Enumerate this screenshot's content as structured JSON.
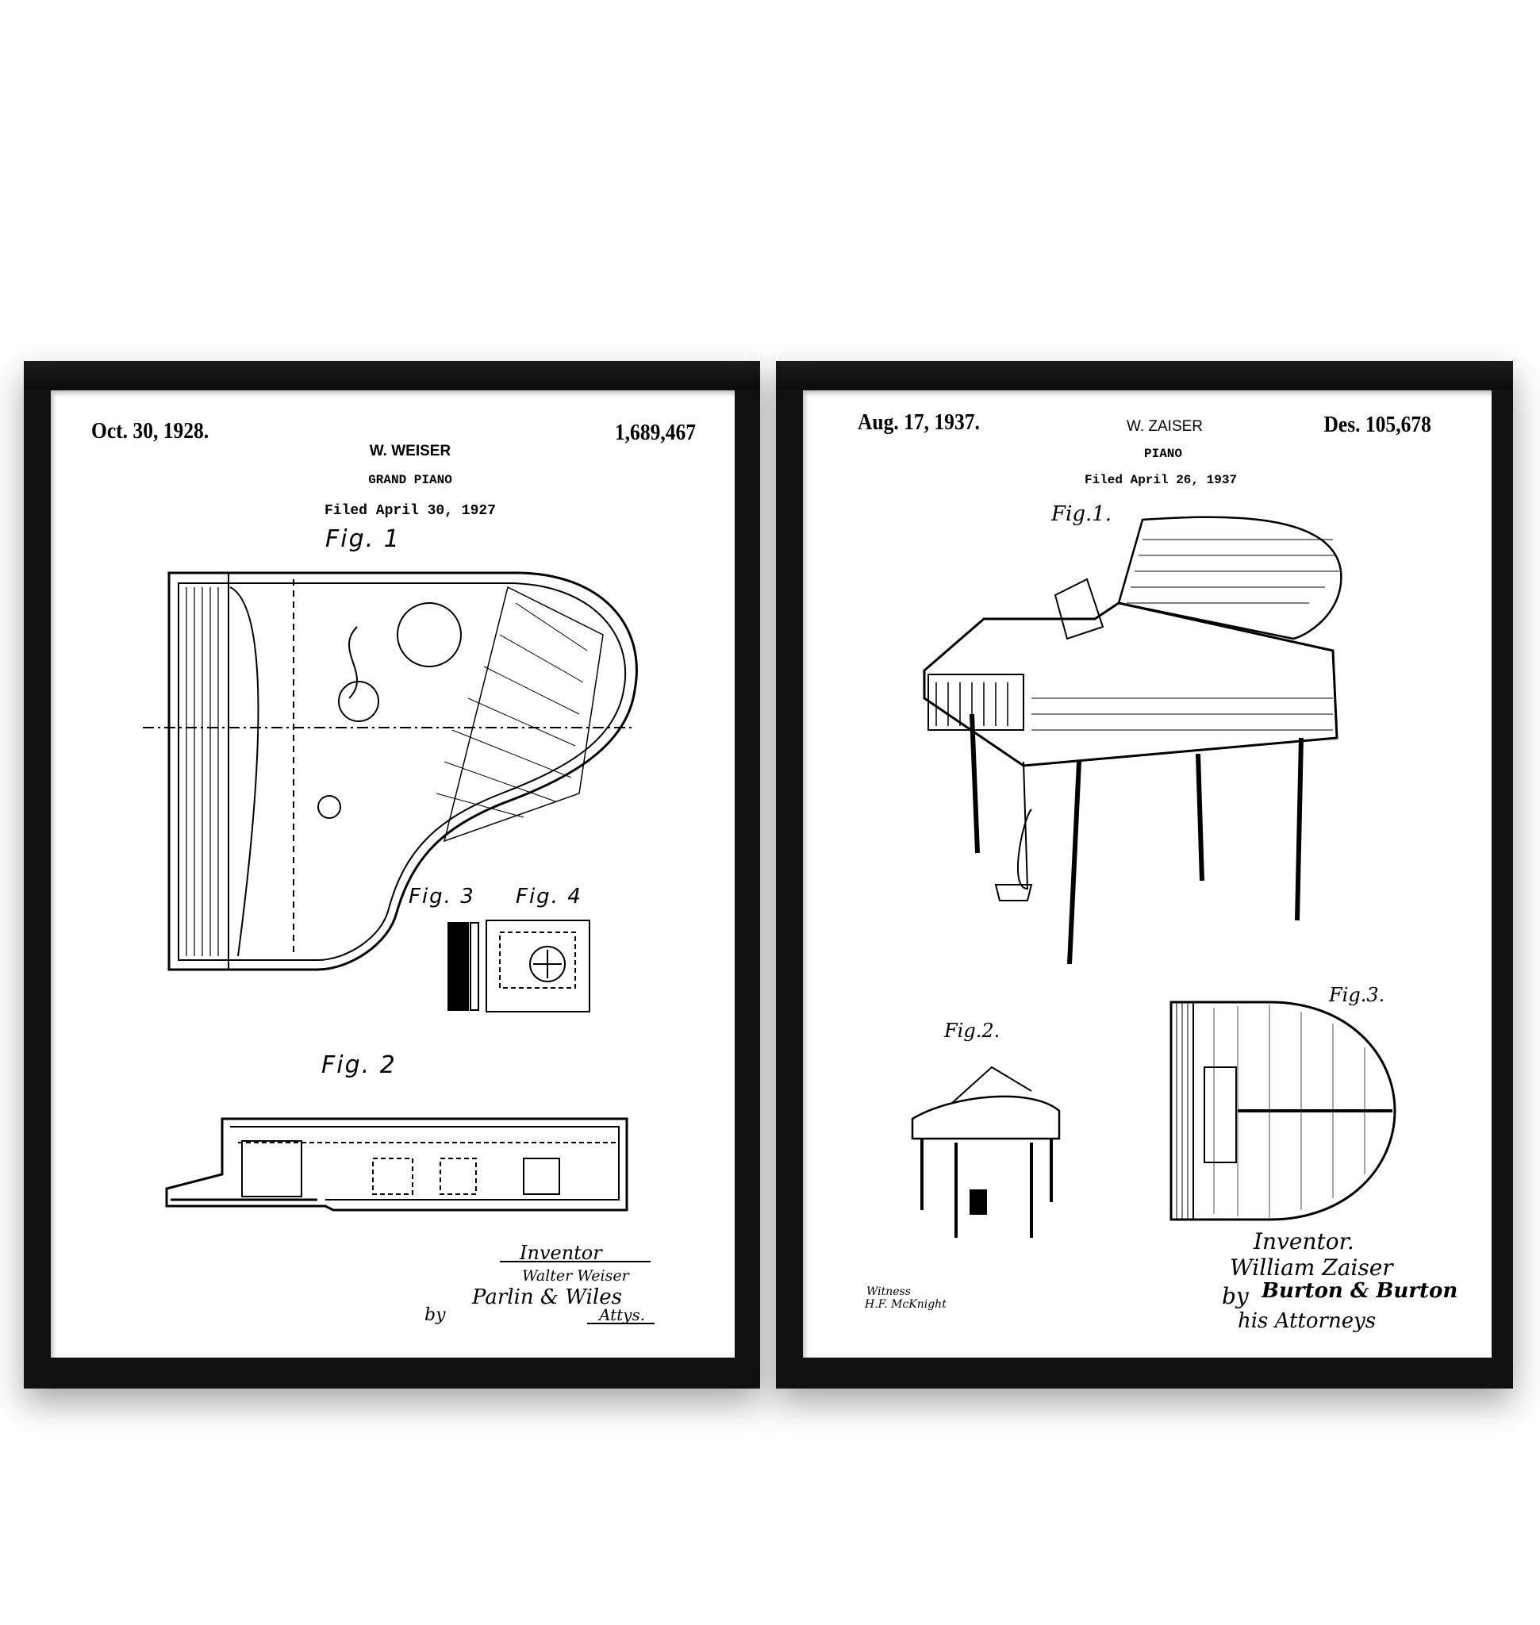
{
  "posters": [
    {
      "date": "Oct. 30, 1928.",
      "patent_number": "1,689,467",
      "inventor_name": "W. WEISER",
      "title": "GRAND PIANO",
      "filed": "Filed April 30, 1927",
      "figures": [
        "Fig. 1",
        "Fig. 2",
        "Fig. 3",
        "Fig. 4"
      ],
      "inventor_label": "Inventor",
      "inventor_signature": "Walter Weiser",
      "by_label": "by",
      "attorney_signature": "Parlin & Wiles",
      "attorney_label": "Attys."
    },
    {
      "date": "Aug. 17, 1937.",
      "patent_number": "Des. 105,678",
      "inventor_name": "W. ZAISER",
      "title": "PIANO",
      "filed": "Filed April 26, 1937",
      "figures": [
        "Fig.1.",
        "Fig.2.",
        "Fig.3."
      ],
      "witness_label": "Witness",
      "witness_signature": "H.F. McKnight",
      "inventor_label": "Inventor.",
      "inventor_signature": "William Zaiser",
      "by_label": "by",
      "attorney_signature": "Burton & Burton",
      "attorney_label": "his Attorneys"
    }
  ],
  "colors": {
    "frame": "#111111",
    "paper": "#ffffff",
    "ink": "#000000"
  }
}
